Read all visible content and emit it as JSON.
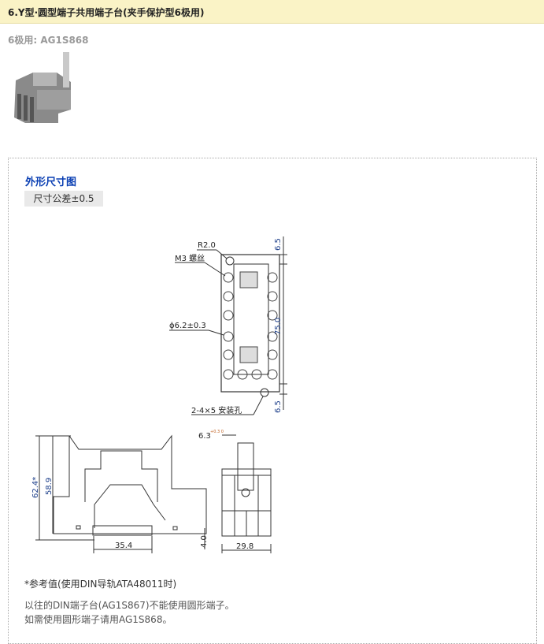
{
  "header": {
    "title": "6.Y型·圆型端子共用端子台(夹手保护型6极用)"
  },
  "product": {
    "label": "6极用: AG1S868"
  },
  "dimensions": {
    "title": "外形尺寸图",
    "tolerance": "尺寸公差±0.5",
    "top_view": {
      "r": "R2.0",
      "screw": "M3 螺丝",
      "phi": "ϕ6.2±0.3",
      "holes": "2-4×5 安装孔",
      "dim_top": "6.5",
      "dim_main": "75.0",
      "dim_bottom": "6.5"
    },
    "side_view": {
      "h1": "62.4*",
      "h2": "58.9",
      "w": "35.4",
      "foot": "4.0"
    },
    "end_view": {
      "gap": "6.3",
      "gap_tol": "+0.3 0",
      "w": "29.8"
    }
  },
  "notes": [
    "*参考值(使用DIN导轨ATA48011时)",
    "以往的DIN端子台(AG1S867)不能使用圆形端子。",
    "如需使用圆形端子请用AG1S868。"
  ]
}
